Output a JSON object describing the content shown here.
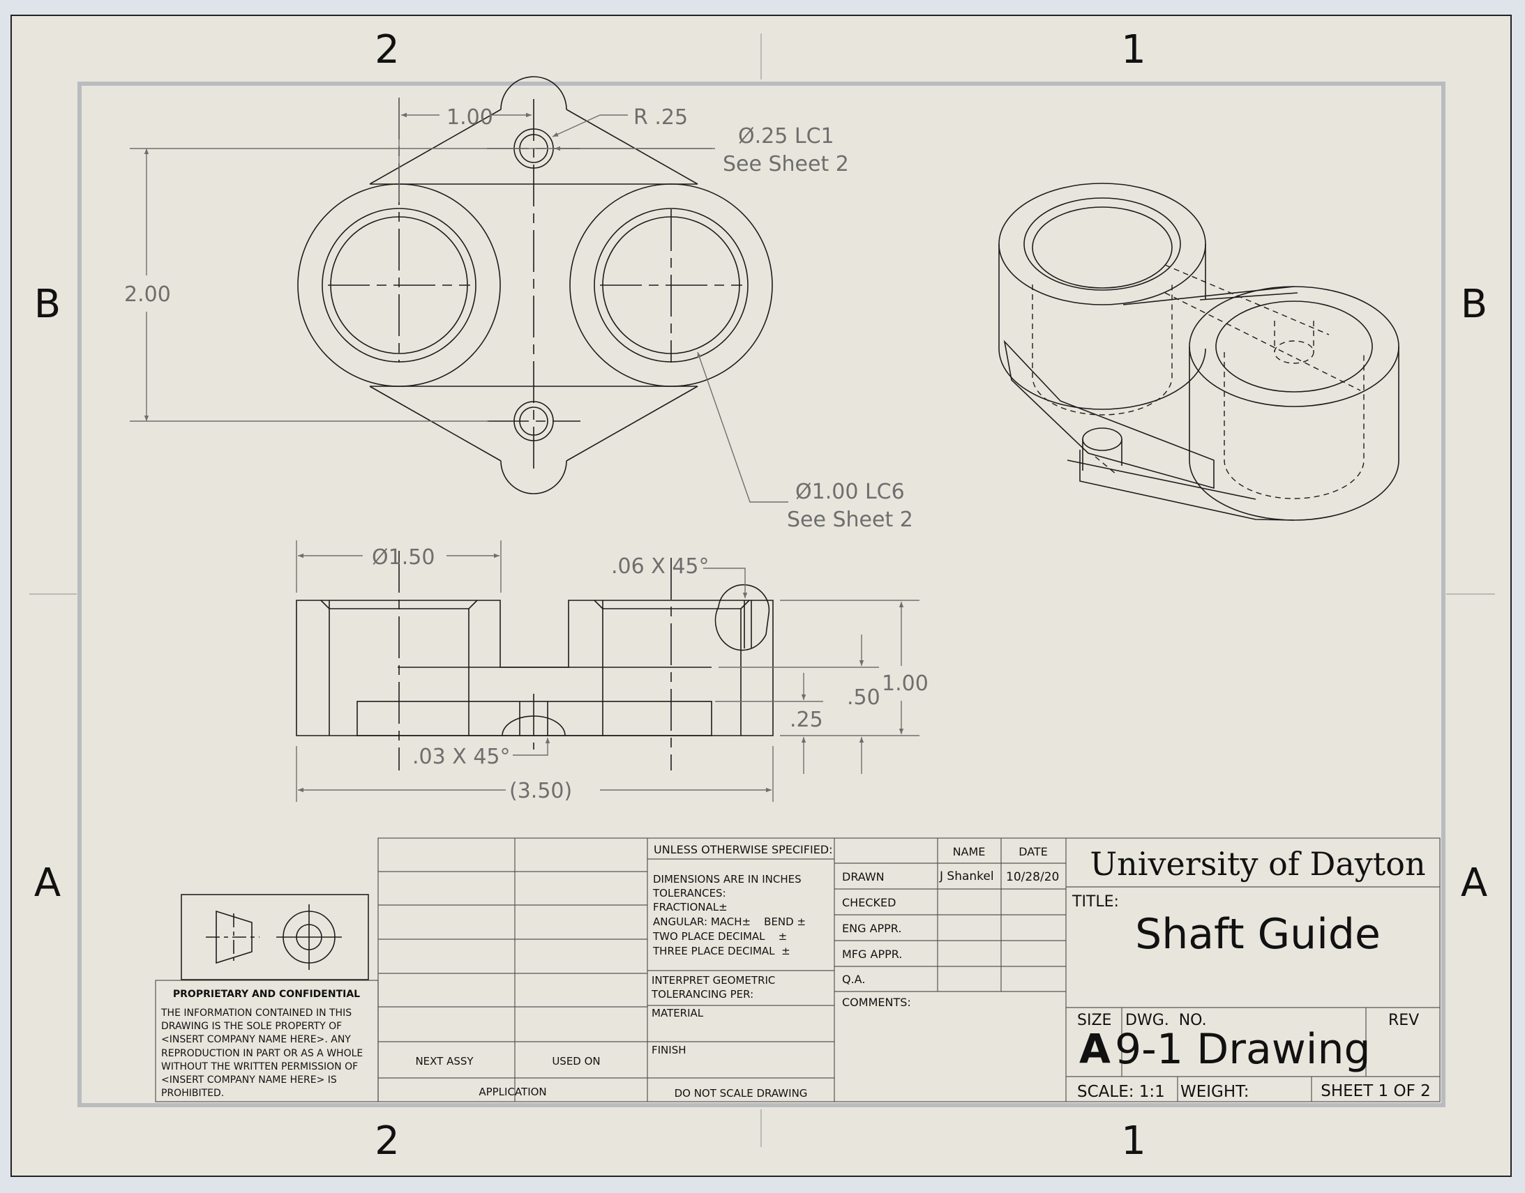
{
  "zones": {
    "top_left": "2",
    "top_right": "1",
    "bottom_left": "2",
    "bottom_right": "1",
    "left_upper": "B",
    "right_upper": "B",
    "left_lower": "A",
    "right_lower": "A"
  },
  "top_view": {
    "dim_1_00": "1.00",
    "dim_r25": "R .25",
    "dim_2_00": "2.00",
    "hole_small_line1": "Ø.25 LC1",
    "hole_small_line2": "See Sheet 2",
    "hole_large_line1": "Ø1.00 LC6",
    "hole_large_line2": "See Sheet 2"
  },
  "front_view": {
    "dim_dia_150": "Ø1.50",
    "chamfer_06": ".06 X 45°",
    "chamfer_03": ".03 X 45°",
    "dim_350": "(3.50)",
    "dim_100": "1.00",
    "dim_050": ".50",
    "dim_025": ".25"
  },
  "proprietary": {
    "heading": "PROPRIETARY AND CONFIDENTIAL",
    "lines": [
      "THE INFORMATION CONTAINED IN THIS",
      "DRAWING IS THE SOLE PROPERTY OF",
      "<INSERT COMPANY NAME HERE>.  ANY",
      "REPRODUCTION IN PART OR AS A WHOLE",
      "WITHOUT THE WRITTEN PERMISSION OF",
      "<INSERT COMPANY NAME HERE> IS",
      "PROHIBITED."
    ]
  },
  "application": {
    "next_assy": "NEXT ASSY",
    "used_on": "USED ON",
    "label": "APPLICATION"
  },
  "specs": {
    "header": "UNLESS OTHERWISE SPECIFIED:",
    "lines": [
      "DIMENSIONS ARE IN INCHES",
      "TOLERANCES:",
      "FRACTIONAL±",
      "ANGULAR: MACH±    BEND ±",
      "TWO PLACE DECIMAL    ±",
      "THREE PLACE DECIMAL  ±"
    ],
    "interpret_1": "INTERPRET GEOMETRIC",
    "interpret_2": "TOLERANCING PER:",
    "material": "MATERIAL",
    "finish": "FINISH",
    "do_not_scale": "DO NOT SCALE DRAWING"
  },
  "approvals": {
    "name_header": "NAME",
    "date_header": "DATE",
    "drawn": "DRAWN",
    "drawn_name": "J Shankel",
    "drawn_date": "10/28/20",
    "checked": "CHECKED",
    "eng_appr": "ENG APPR.",
    "mfg_appr": "MFG APPR.",
    "qa": "Q.A.",
    "comments": "COMMENTS:"
  },
  "title_block": {
    "company": "University of Dayton",
    "title_label": "TITLE:",
    "title": "Shaft Guide",
    "size_label": "SIZE",
    "size": "A",
    "dwg_no_label": "DWG.  NO.",
    "dwg_no": "9-1 Drawing",
    "rev_label": "REV",
    "scale": "SCALE: 1:1",
    "weight": "WEIGHT:",
    "sheet": "SHEET 1 OF 2"
  },
  "colors": {
    "paper": "#e8e6dc",
    "line": "#1c1c1c",
    "dimension": "#6e6e6e",
    "frame": "#b9bcbf"
  }
}
